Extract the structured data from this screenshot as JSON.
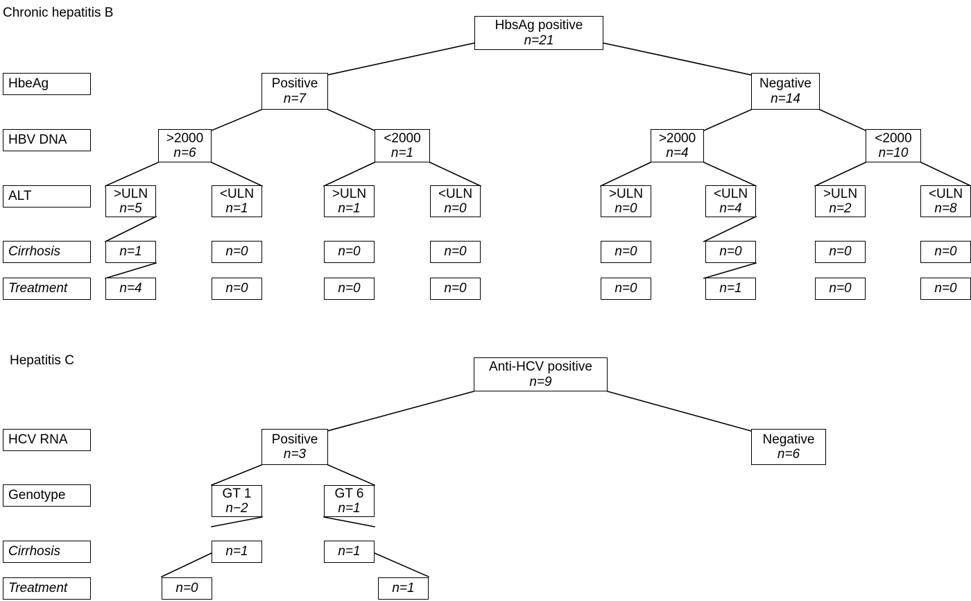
{
  "sections": [
    {
      "id": "hbv-title",
      "title": "Chronic hepatitis B"
    },
    {
      "id": "hcv-title",
      "title": "Hepatitis C"
    }
  ],
  "hbv": {
    "title": "Chronic hepatitis B",
    "row_labels": [
      {
        "name": "hbeag",
        "label": "HbeAg",
        "italic": false
      },
      {
        "name": "hbv-dna",
        "label": "HBV DNA",
        "italic": false
      },
      {
        "name": "alt",
        "label": "ALT",
        "italic": false
      },
      {
        "name": "cirrhosis",
        "label": "Cirrhosis",
        "italic": true
      },
      {
        "name": "treatment",
        "label": "Treatment",
        "italic": true
      }
    ],
    "root": {
      "line1": "HbsAg positive",
      "n": "n=21"
    },
    "hbeag_nodes": [
      {
        "line1": "Positive",
        "n": "n=7"
      },
      {
        "line1": "Negative",
        "n": "n=14"
      }
    ],
    "dna_nodes": [
      {
        "line1": ">2000",
        "n": "n=6"
      },
      {
        "line1": "<2000",
        "n": "n=1"
      },
      {
        "line1": ">2000",
        "n": "n=4"
      },
      {
        "line1": "<2000",
        "n": "n=10"
      }
    ],
    "alt_nodes": [
      {
        "line1": ">ULN",
        "n": "n=5"
      },
      {
        "line1": "<ULN",
        "n": "n=1"
      },
      {
        "line1": ">ULN",
        "n": "n=1"
      },
      {
        "line1": "<ULN",
        "n": "n=0"
      },
      {
        "line1": ">ULN",
        "n": "n=0"
      },
      {
        "line1": "<ULN",
        "n": "n=4"
      },
      {
        "line1": ">ULN",
        "n": "n=2"
      },
      {
        "line1": "<ULN",
        "n": "n=8"
      }
    ],
    "cirrhosis_nodes": [
      {
        "n": "n=1"
      },
      {
        "n": "n=0"
      },
      {
        "n": "n=0"
      },
      {
        "n": "n=0"
      },
      {
        "n": "n=0"
      },
      {
        "n": "n=0"
      },
      {
        "n": "n=0"
      },
      {
        "n": "n=0"
      }
    ],
    "treatment_nodes": [
      {
        "n": "n=4"
      },
      {
        "n": "n=0"
      },
      {
        "n": "n=0"
      },
      {
        "n": "n=0"
      },
      {
        "n": "n=0"
      },
      {
        "n": "n=1"
      },
      {
        "n": "n=0"
      },
      {
        "n": "n=0"
      }
    ]
  },
  "hcv": {
    "title": "Hepatitis C",
    "row_labels": [
      {
        "name": "hcv-rna",
        "label": "HCV RNA",
        "italic": false
      },
      {
        "name": "genotype",
        "label": "Genotype",
        "italic": false
      },
      {
        "name": "cirrhosis",
        "label": "Cirrhosis",
        "italic": true
      },
      {
        "name": "treatment",
        "label": "Treatment",
        "italic": true
      }
    ],
    "root": {
      "line1": "Anti-HCV positive",
      "n": "n=9"
    },
    "rna_nodes": [
      {
        "line1": "Positive",
        "n": "n=3"
      },
      {
        "line1": "Negative",
        "n": "n=6"
      }
    ],
    "genotype_nodes": [
      {
        "line1": "GT 1",
        "n": "n−2"
      },
      {
        "line1": "GT 6",
        "n": "n=1"
      }
    ],
    "cirrhosis_nodes": [
      {
        "n": "n=1"
      },
      {
        "n": "n=1"
      }
    ],
    "treatment_nodes": [
      {
        "n": "n=0"
      },
      {
        "n": "n=1"
      }
    ]
  },
  "style": {
    "stroke": "#000000",
    "background": "#ffffff"
  }
}
